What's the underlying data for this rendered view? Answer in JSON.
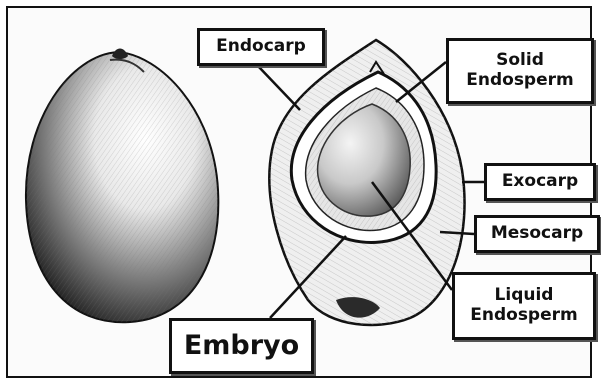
{
  "labels": {
    "endocarp": "Endocarp",
    "solid_endosperm_line1": "Solid",
    "solid_endosperm_line2": "Endosperm",
    "exocarp": "Exocarp",
    "mesocarp": "Mesocarp",
    "liquid_endosperm_line1": "Liquid",
    "liquid_endosperm_line2": "Endosperm",
    "embryo": "Embryo"
  },
  "colors": {
    "ink": "#111111",
    "background": "#ffffff"
  }
}
